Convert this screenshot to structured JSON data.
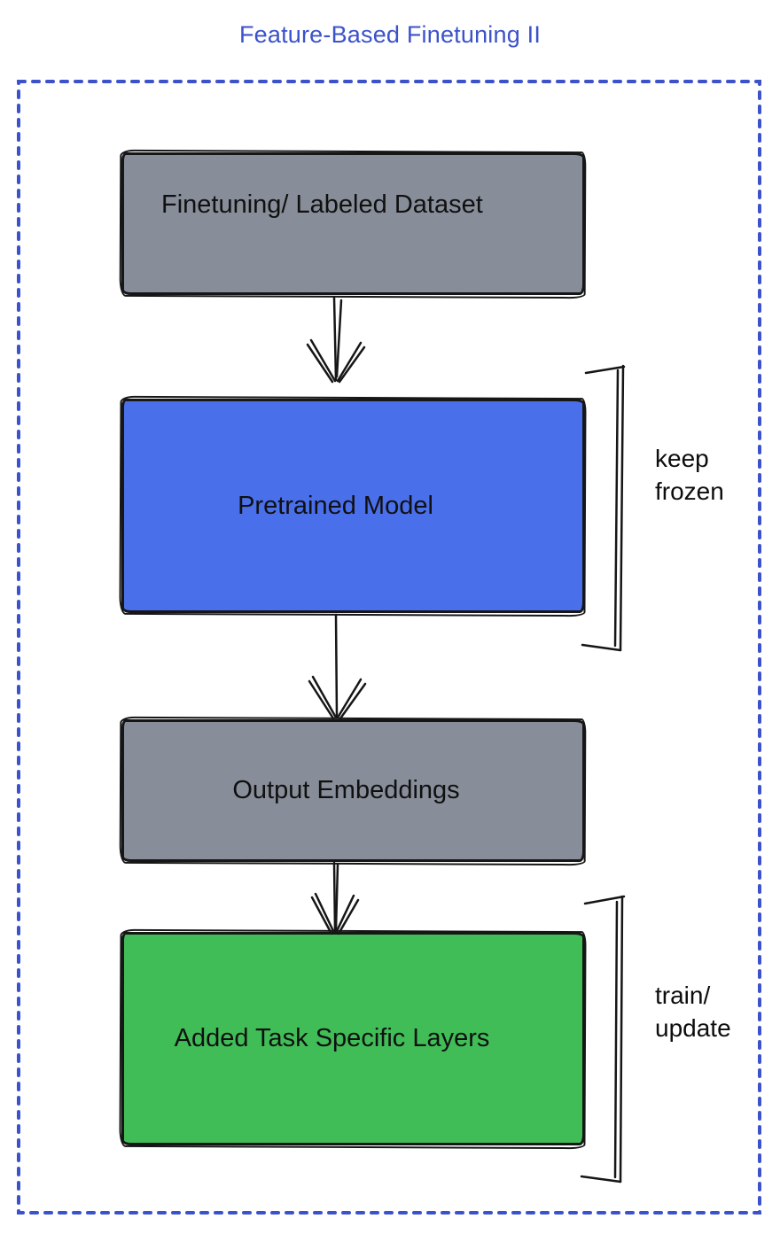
{
  "title": "Feature-Based Finetuning II",
  "colors": {
    "accent_blue": "#3b52cb",
    "node_gray": "#878e99",
    "node_blue": "#4a6fea",
    "node_green": "#41bd58",
    "ink": "#161616"
  },
  "diagram": {
    "nodes": [
      {
        "id": "dataset",
        "label": "Finetuning/ Labeled Dataset",
        "fill": "gray"
      },
      {
        "id": "pretrained",
        "label": "Pretrained Model",
        "fill": "blue"
      },
      {
        "id": "embeddings",
        "label": "Output Embeddings",
        "fill": "gray"
      },
      {
        "id": "task_layers",
        "label": "Added Task Specific Layers",
        "fill": "green"
      }
    ],
    "edges": [
      {
        "from": "dataset",
        "to": "pretrained"
      },
      {
        "from": "pretrained",
        "to": "embeddings"
      },
      {
        "from": "embeddings",
        "to": "task_layers"
      }
    ],
    "annotations": [
      {
        "target": "pretrained",
        "lines": [
          "keep",
          "frozen"
        ]
      },
      {
        "target": "task_layers",
        "lines": [
          "train/",
          "update"
        ]
      }
    ]
  }
}
